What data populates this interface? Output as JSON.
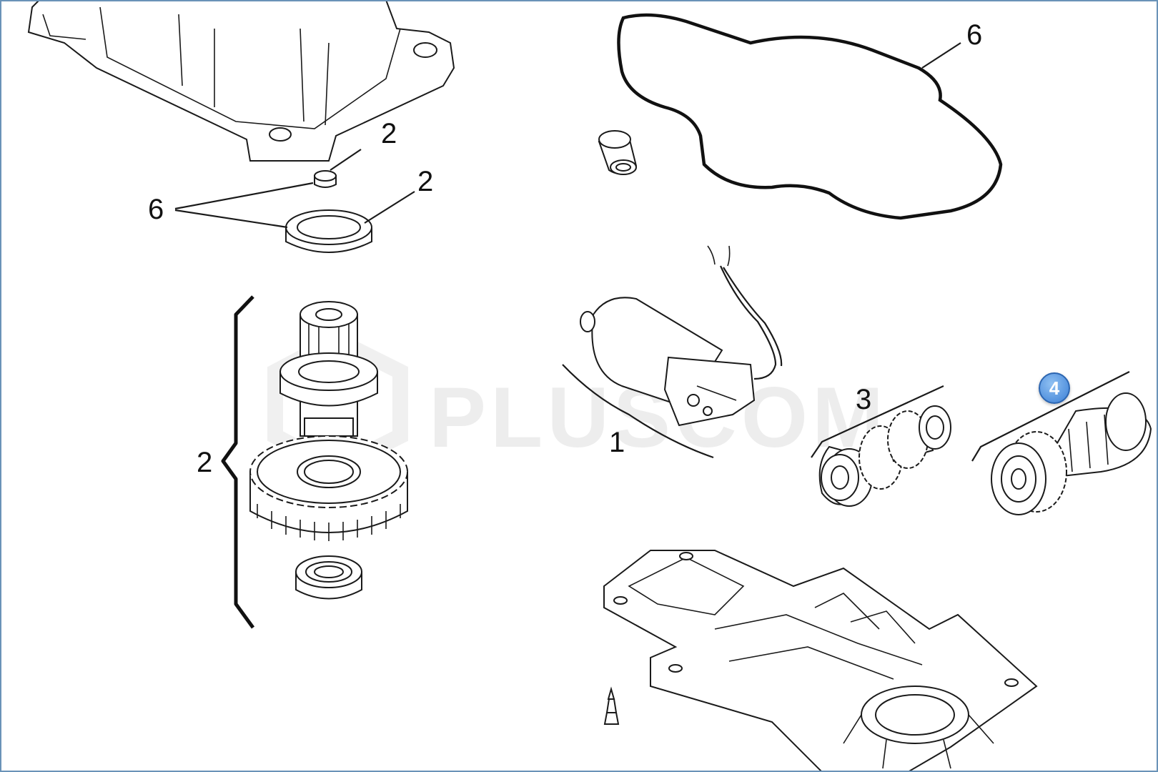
{
  "labels": {
    "top_cap": "2",
    "seal_ring": "2",
    "callout_left": "6",
    "gear_group": "2",
    "gasket": "6",
    "motor": "1",
    "gear_set": "3"
  },
  "watermark": {
    "text": "PLUSCOM"
  },
  "badge": {
    "number": "4",
    "color": "#4a8de0"
  },
  "colors": {
    "line": "#1a1a1a",
    "frame": "#6a93b8"
  }
}
